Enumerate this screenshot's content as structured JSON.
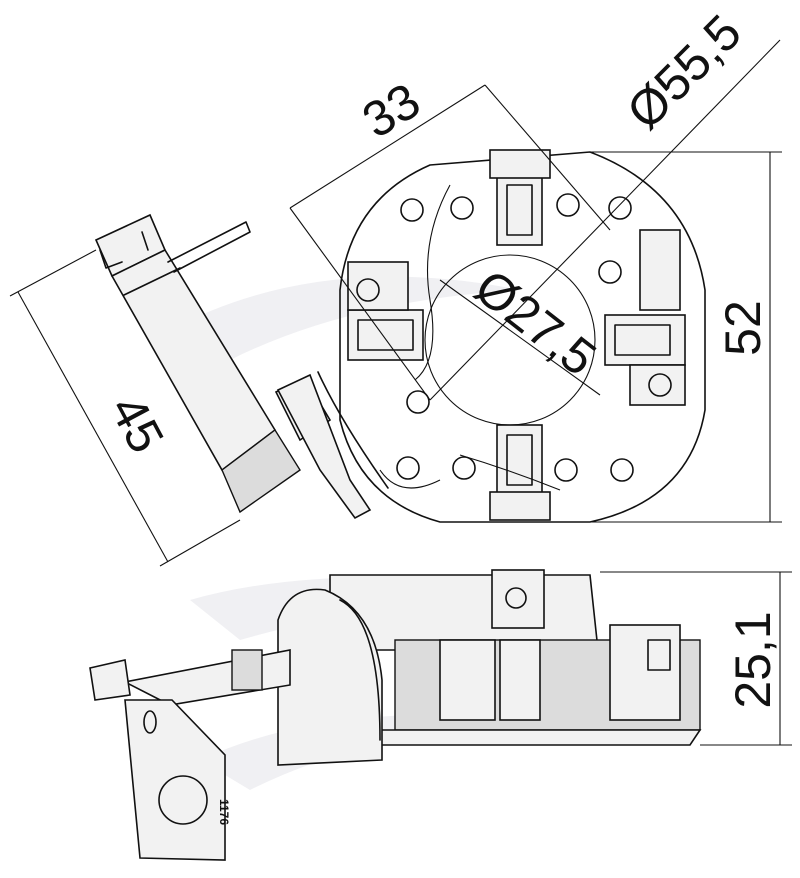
{
  "dimensions": {
    "diameter_outer": "Ø55,5",
    "distance": "33",
    "diameter_inner": "Ø27,5",
    "height": "52",
    "side_length": "45",
    "thickness": "25,1"
  },
  "part_number": "1176",
  "colors": {
    "line": "#111111",
    "background": "#ffffff",
    "watermark": "#f0f0f3"
  }
}
